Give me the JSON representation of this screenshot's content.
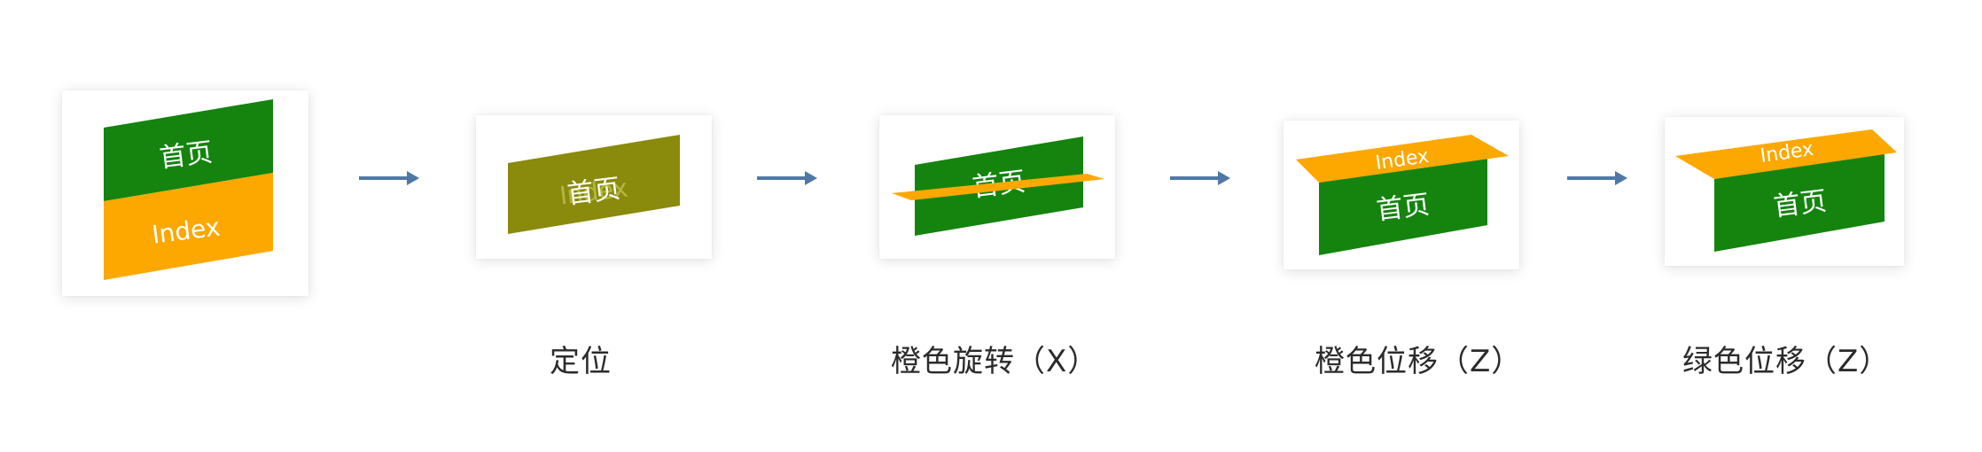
{
  "colors": {
    "green": "#14840f",
    "orange": "#fca800",
    "olive": "#8a8a0c",
    "arrow": "#4f78a6"
  },
  "labels": {
    "front": "首页",
    "back": "Index"
  },
  "steps": [
    {
      "caption": ""
    },
    {
      "caption": "定位"
    },
    {
      "caption": "橙色旋转（X）"
    },
    {
      "caption": "橙色位移（Z）"
    },
    {
      "caption": "绿色位移（Z）"
    }
  ]
}
